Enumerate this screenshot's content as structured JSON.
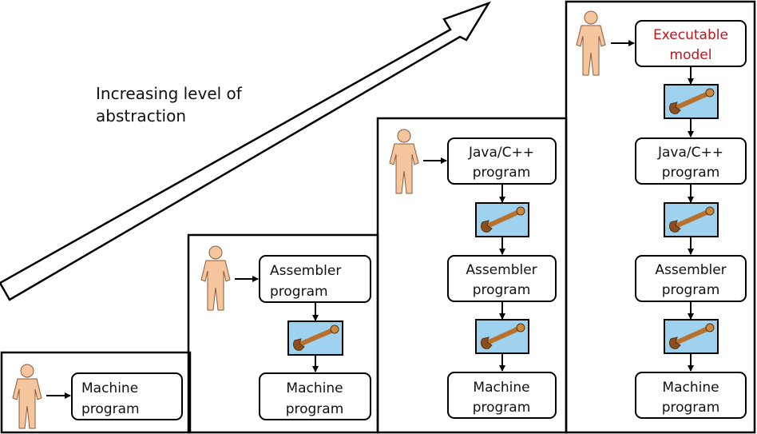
{
  "annotation": {
    "line1": "Increasing level of",
    "line2": "abstraction"
  },
  "colors": {
    "person_fill": "#f5c69e",
    "person_stroke": "#8a5a3a",
    "tool_background": "#9fd2ef",
    "wrench": "#b8702e",
    "highlight_text": "#c0141c"
  },
  "icons": {
    "person": "person-icon",
    "tool": "wrench-icon"
  },
  "stages": [
    {
      "boxes": [
        {
          "line1": "Machine",
          "line2": "program"
        }
      ]
    },
    {
      "boxes": [
        {
          "line1": "Assembler",
          "line2": "program"
        },
        {
          "line1": "Machine",
          "line2": "program"
        }
      ]
    },
    {
      "boxes": [
        {
          "line1": "Java/C++",
          "line2": "program"
        },
        {
          "line1": "Assembler",
          "line2": "program"
        },
        {
          "line1": "Machine",
          "line2": "program"
        }
      ]
    },
    {
      "boxes": [
        {
          "line1": "Executable",
          "line2": "model",
          "highlight": true
        },
        {
          "line1": "Java/C++",
          "line2": "program"
        },
        {
          "line1": "Assembler",
          "line2": "program"
        },
        {
          "line1": "Machine",
          "line2": "program"
        }
      ]
    }
  ]
}
